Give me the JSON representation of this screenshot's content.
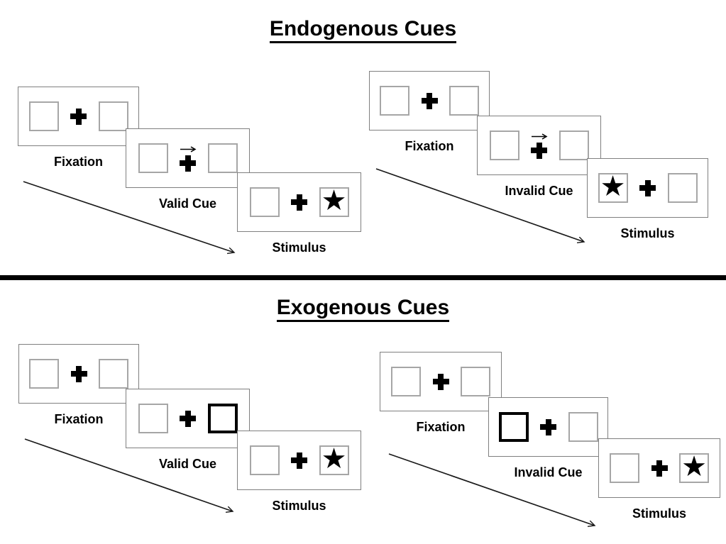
{
  "figure": {
    "background": "#ffffff",
    "divider_color": "#000000"
  },
  "glyphs": {
    "star": "★"
  },
  "colors": {
    "ink": "#000000",
    "panel_border": "#7f7f7f",
    "box_border": "#a6a6a6",
    "cue_box_border": "#000000"
  },
  "sections": [
    {
      "name": "endogenous",
      "title": "Endogenous Cues",
      "cue_type": "central-arrow",
      "sequences": [
        {
          "name": "valid",
          "steps": [
            {
              "label": "Fixation",
              "left_box": "empty",
              "right_box": "empty",
              "central_cue": "none"
            },
            {
              "label": "Valid Cue",
              "left_box": "empty",
              "right_box": "empty",
              "central_cue": "arrow-right"
            },
            {
              "label": "Stimulus",
              "left_box": "empty",
              "right_box": "star",
              "central_cue": "none"
            }
          ]
        },
        {
          "name": "invalid",
          "steps": [
            {
              "label": "Fixation",
              "left_box": "empty",
              "right_box": "empty",
              "central_cue": "none"
            },
            {
              "label": "Invalid Cue",
              "left_box": "empty",
              "right_box": "empty",
              "central_cue": "arrow-right"
            },
            {
              "label": "Stimulus",
              "left_box": "star",
              "right_box": "empty",
              "central_cue": "none"
            }
          ]
        }
      ]
    },
    {
      "name": "exogenous",
      "title": "Exogenous Cues",
      "cue_type": "peripheral-box-highlight",
      "sequences": [
        {
          "name": "valid",
          "steps": [
            {
              "label": "Fixation",
              "left_box": "empty",
              "right_box": "empty",
              "central_cue": "none"
            },
            {
              "label": "Valid Cue",
              "left_box": "empty",
              "right_box": "highlighted",
              "central_cue": "none"
            },
            {
              "label": "Stimulus",
              "left_box": "empty",
              "right_box": "star",
              "central_cue": "none"
            }
          ]
        },
        {
          "name": "invalid",
          "steps": [
            {
              "label": "Fixation",
              "left_box": "empty",
              "right_box": "empty",
              "central_cue": "none"
            },
            {
              "label": "Invalid Cue",
              "left_box": "highlighted",
              "right_box": "empty",
              "central_cue": "none"
            },
            {
              "label": "Stimulus",
              "left_box": "empty",
              "right_box": "star",
              "central_cue": "none"
            }
          ]
        }
      ]
    }
  ]
}
